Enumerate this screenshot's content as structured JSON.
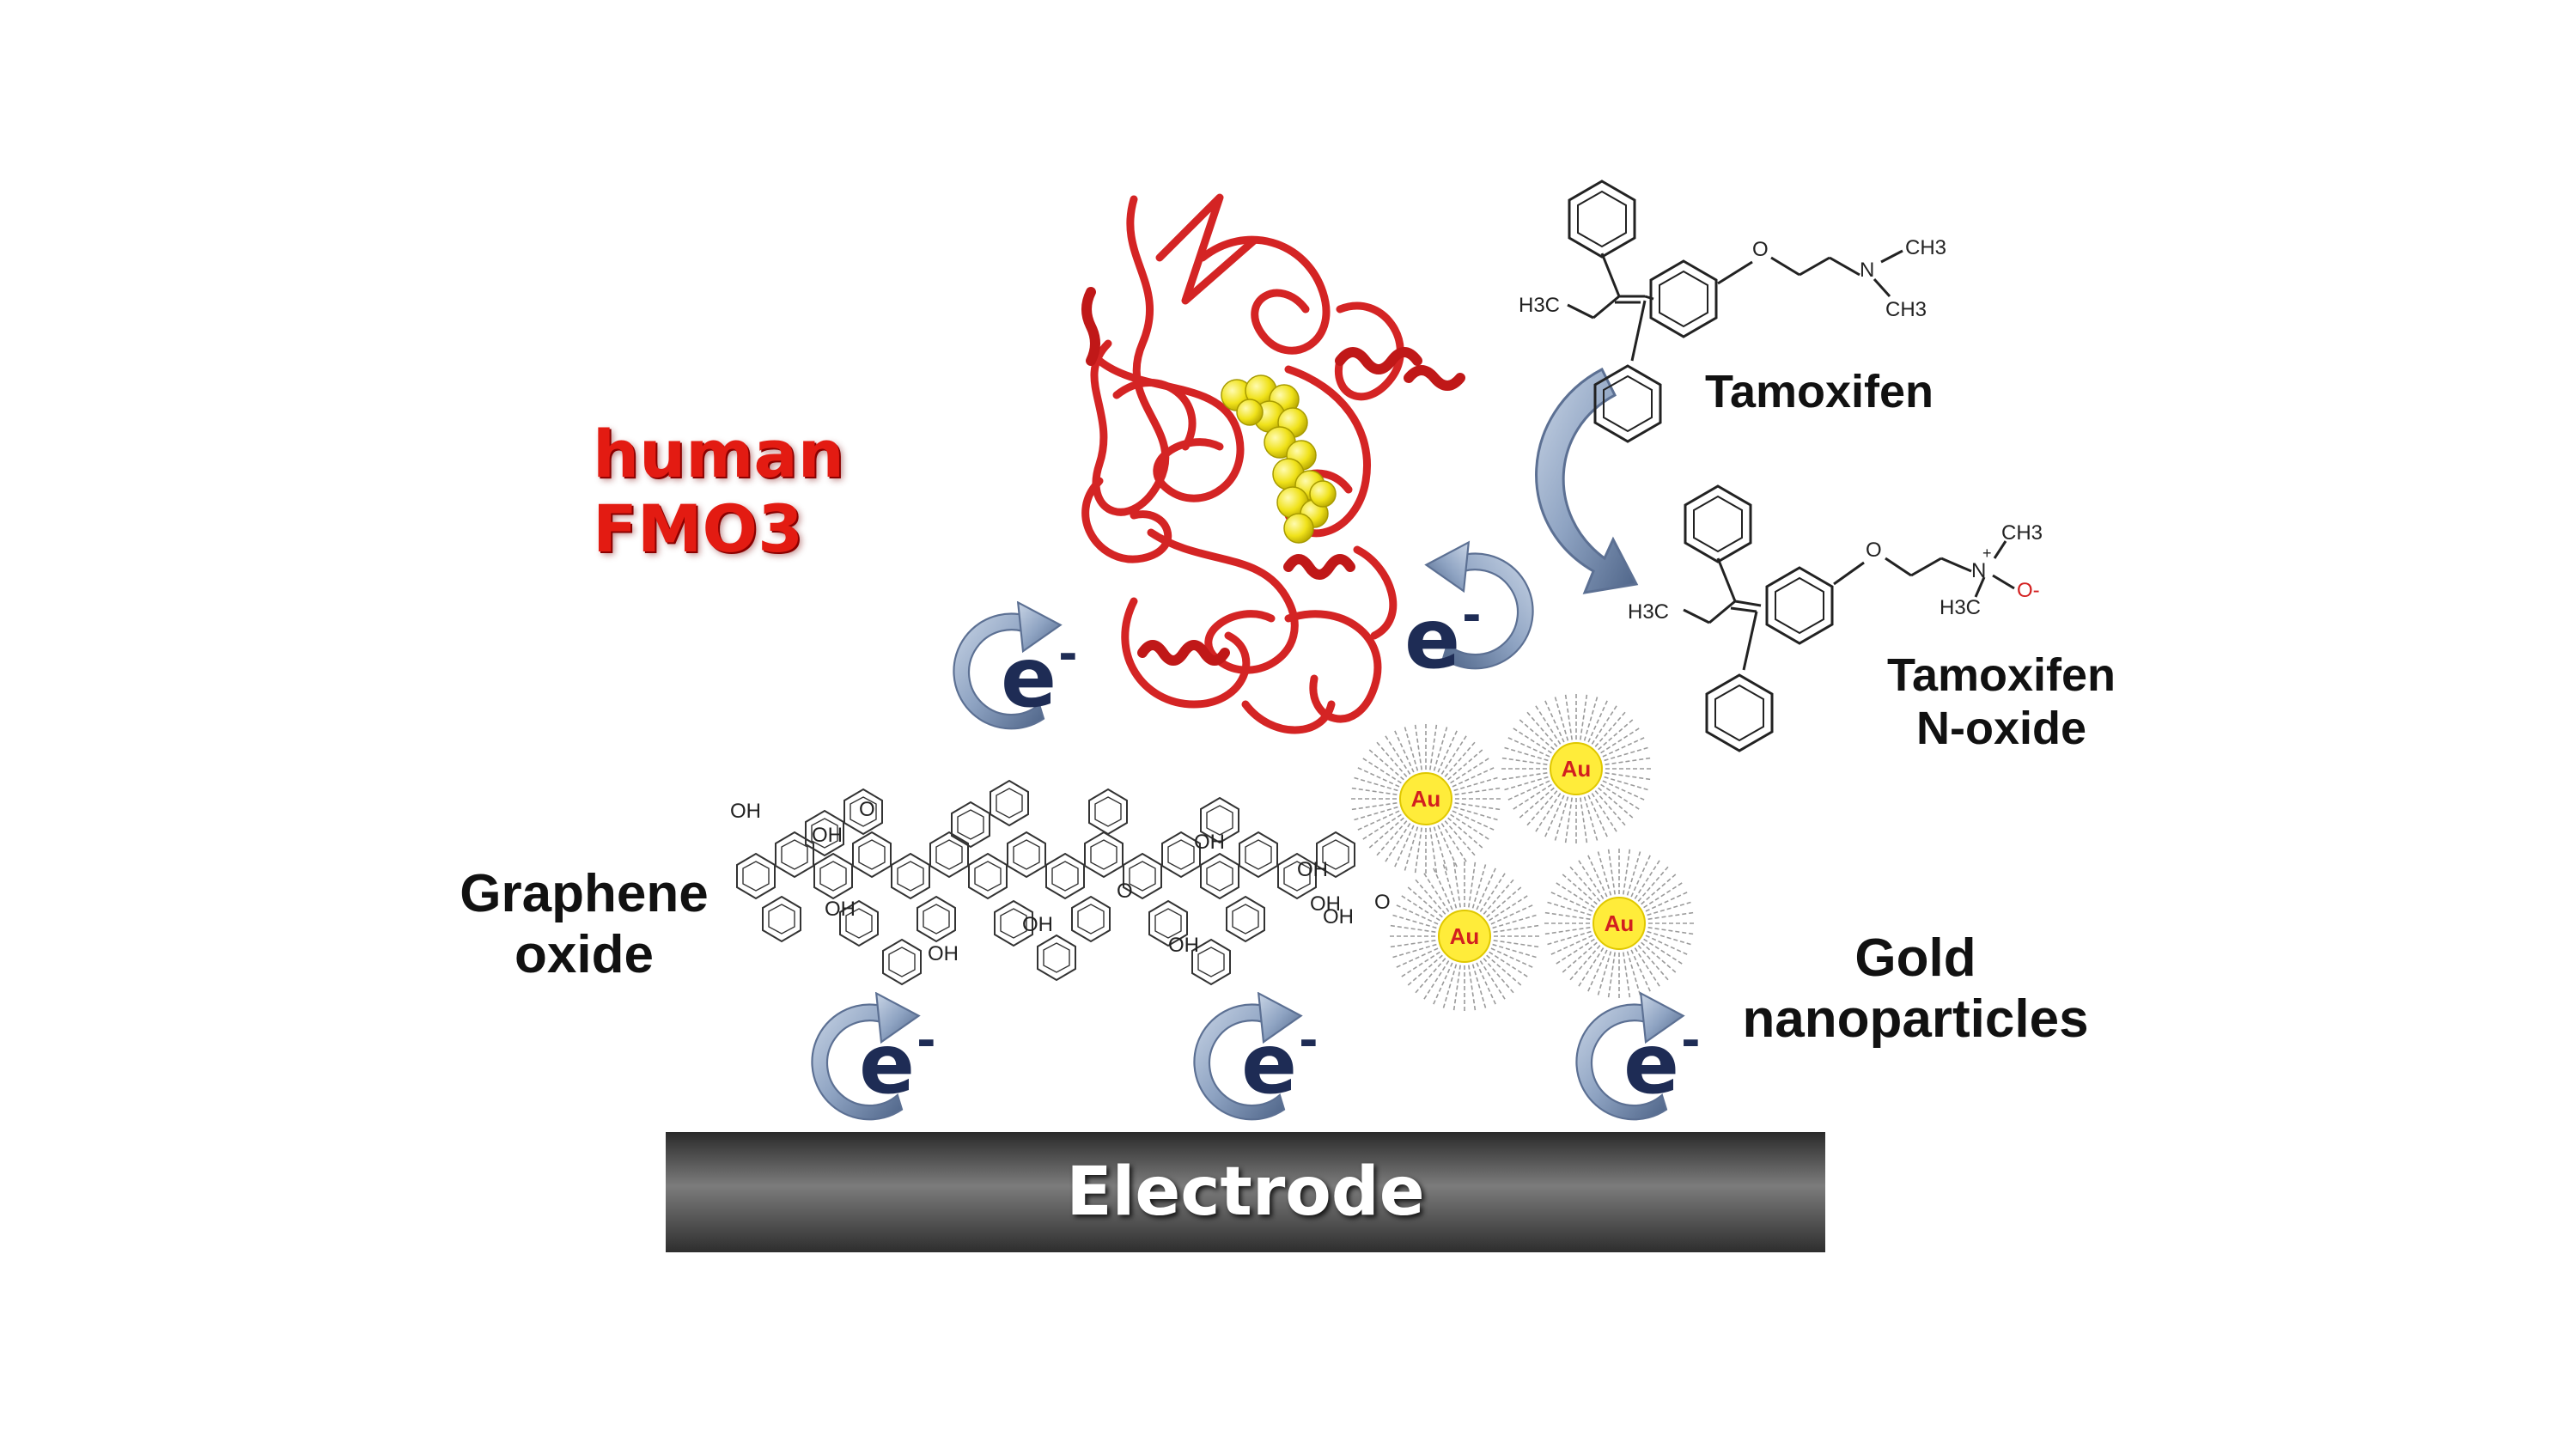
{
  "labels": {
    "enzyme": "human FMO3",
    "substrate": "Tamoxifen",
    "product_line1": "Tamoxifen",
    "product_line2": "N-oxide",
    "graphene_line1": "Graphene",
    "graphene_line2": "oxide",
    "gold_line1": "Gold",
    "gold_line2": "nanoparticles",
    "electrode": "Electrode"
  },
  "electron": {
    "symbol": "e",
    "charge": "-"
  },
  "nanoparticle_label": "Au",
  "chem": {
    "o": "O",
    "n": "N",
    "h3c": "H3C",
    "ch3": "CH3",
    "oh": "OH",
    "oxide_o": "O-",
    "plus": "+"
  },
  "colors": {
    "enzyme_label": "#e31b12",
    "protein_ribbon": "#d42424",
    "cofactor": "#f2e51c",
    "electron_text": "#1e2c55",
    "arrow": "#7f97b8",
    "electrode": "#4a4a4a",
    "nanoparticle": "#ffec3a"
  }
}
